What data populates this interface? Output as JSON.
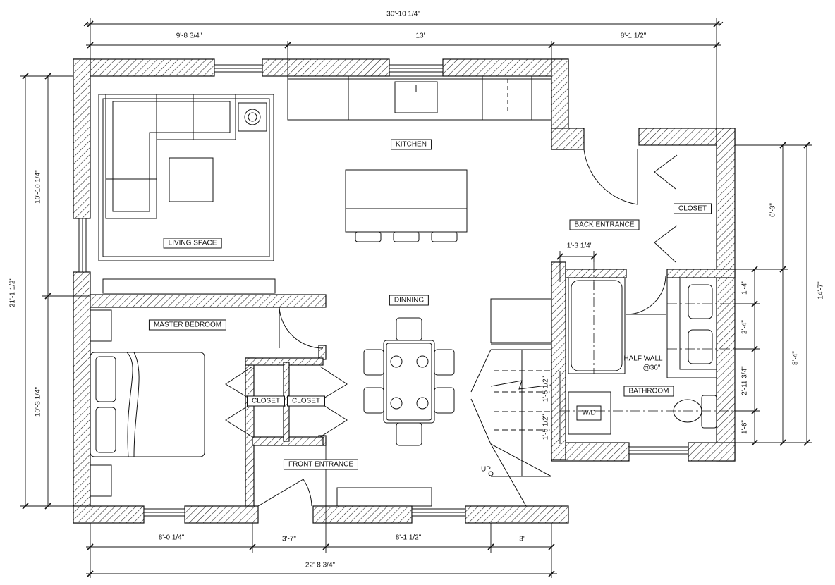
{
  "rooms": {
    "kitchen": "KITCHEN",
    "living": "LIVING SPACE",
    "dining": "DINNING",
    "master_bedroom": "MASTER BEDROOM",
    "closet_1": "CLOSET",
    "closet_2": "CLOSET",
    "closet_3": "CLOSET",
    "front_entrance": "FRONT ENTRANCE",
    "back_entrance": "BACK ENTRANCE",
    "bathroom": "BATHROOM",
    "wd": "W/D",
    "half_wall": "HALF WALL",
    "half_wall_height": "@36\"",
    "stair_up": "UP"
  },
  "dimensions": {
    "overall_top": "30'-10 1/4\"",
    "top_left": "9'-8 3/4\"",
    "top_mid": "13'",
    "top_right": "8'-1 1/2\"",
    "left_overall": "21'-1 1/2\"",
    "left_upper": "10'-10 1/4\"",
    "left_lower": "10'-3 1/4\"",
    "right_overall": "14'-7\"",
    "right_upper": "6'-3\"",
    "right_lower": "8'-4\"",
    "right_a": "1'-4\"",
    "right_b": "2'-4\"",
    "right_c": "2'-11 3/4\"",
    "right_d": "1'-6\"",
    "tub_width": "1'-3 1/4\"",
    "stair_a": "1'-5 1/2\"",
    "stair_b": "1'-5 1/2\"",
    "bottom_a": "8'-0 1/4\"",
    "bottom_b": "3'-7\"",
    "bottom_c": "8'-1 1/2\"",
    "bottom_d": "3'",
    "bottom_overall": "22'-8 3/4\""
  }
}
